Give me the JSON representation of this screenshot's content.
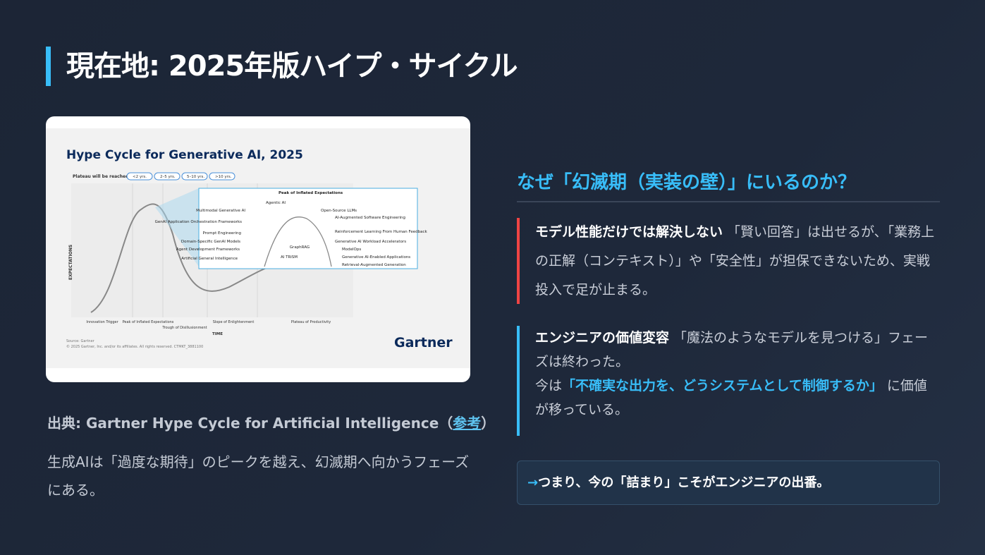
{
  "title": "現在地: 2025年版ハイプ・サイクル",
  "figure": {
    "title": "Hype Cycle for Generative AI, 2025",
    "legend_label": "Plateau will be reached:",
    "legend": [
      "<2 yrs.",
      "2–5 yrs.",
      "5–10 yrs.",
      ">10 yrs."
    ],
    "y_label": "EXPECTATIONS",
    "x_label": "TIME",
    "phases": [
      "Innovation Trigger",
      "Peak of Inflated Expectations",
      "Trough of Disillusionment",
      "Slope of Enlightenment",
      "Plateau of Productivity"
    ],
    "zoom_header": "Peak of Inflated Expectations",
    "zoom_items": [
      "Agentic AI",
      "Multimodal Generative AI",
      "Open-Source LLMs",
      "GenAI Application Orchestration Frameworks",
      "AI-Augmented Software Engineering",
      "Prompt Engineering",
      "Reinforcement Learning From Human Feedback",
      "Domain-Specific GenAI Models",
      "GraphRAG",
      "Generative AI Workload Accelerators",
      "Agent Development Frameworks",
      "AI TRiSM",
      "ModelOps",
      "Artificial General Intelligence",
      "Generative AI-Enabled Applications",
      "Retrieval-Augmented Generation"
    ],
    "source": "Source: Gartner",
    "copyright": "© 2025 Gartner, Inc. and/or its affiliates. All rights reserved. CTMKT_3881100",
    "logo": "Gartner"
  },
  "caption": {
    "prefix": "出典: Gartner Hype Cycle for Artificial Intelligence（",
    "link": "参考",
    "suffix": "）"
  },
  "summary": "生成AIは「過度な期待」のピークを越え、幻滅期へ向かうフェーズにある。",
  "right": {
    "heading": "なぜ「幻滅期（実装の壁）」にいるのか？",
    "block1": {
      "strong": "モデル性能だけでは解決しない",
      "text": " 「賢い回答」は出せるが、「業務上の正解（コンテキスト）」や「安全性」が担保できないため、実戦投入で足が止まる。"
    },
    "block2": {
      "strong": "エンジニアの価値変容",
      "text1": " 「魔法のようなモデルを見つける」フェーズは終わった。",
      "text2_pre": "今は",
      "highlight": "「不確実な出力を、どうシステムとして制御するか」",
      "text2_post": " に価値が移っている。"
    },
    "callout": {
      "arrow": "→",
      "text": "つまり、今の「詰まり」こそがエンジニアの出番。"
    }
  }
}
